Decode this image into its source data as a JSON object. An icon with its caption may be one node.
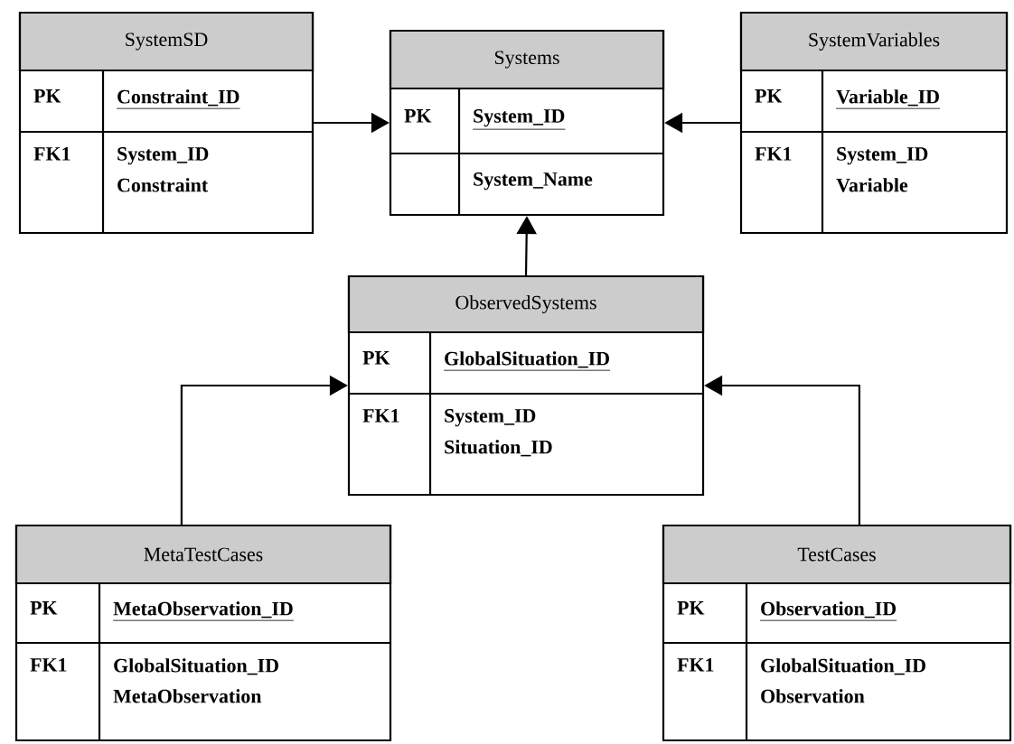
{
  "diagram": {
    "nodes": [
      {
        "text": [
          "SystemSD",
          "PK",
          "Constraint_ID",
          "FK1",
          "System_ID",
          "Constraint"
        ]
      },
      {
        "text": [
          "Systems",
          "PK",
          "System_ID",
          "System_Name"
        ]
      },
      {
        "text": [
          "SystemVariables",
          "PK",
          "Variable_ID",
          "FK1",
          "System_ID",
          "Variable"
        ]
      },
      {
        "text": [
          "ObservedSystems",
          "PK",
          "GlobalSituation_ID",
          "FK1",
          "System_ID",
          "Situation_ID"
        ]
      },
      {
        "text": [
          "MetaTestCases",
          "PK",
          "MetaObservation_ID",
          "FK1",
          "GlobalSituation_ID",
          "MetaObservation"
        ]
      },
      {
        "text": [
          "TestCases",
          "PK",
          "Observation_ID",
          "FK1",
          "GlobalSituation_ID",
          "Observation"
        ]
      }
    ],
    "edges": [
      {
        "from": 0,
        "to": 1,
        "arrow": "to"
      },
      {
        "from": 2,
        "to": 1,
        "arrow": "to"
      },
      {
        "from": 3,
        "to": 1,
        "arrow": "to"
      },
      {
        "from": 4,
        "to": 3,
        "arrow": "to"
      },
      {
        "from": 5,
        "to": 3,
        "arrow": "to"
      }
    ]
  }
}
